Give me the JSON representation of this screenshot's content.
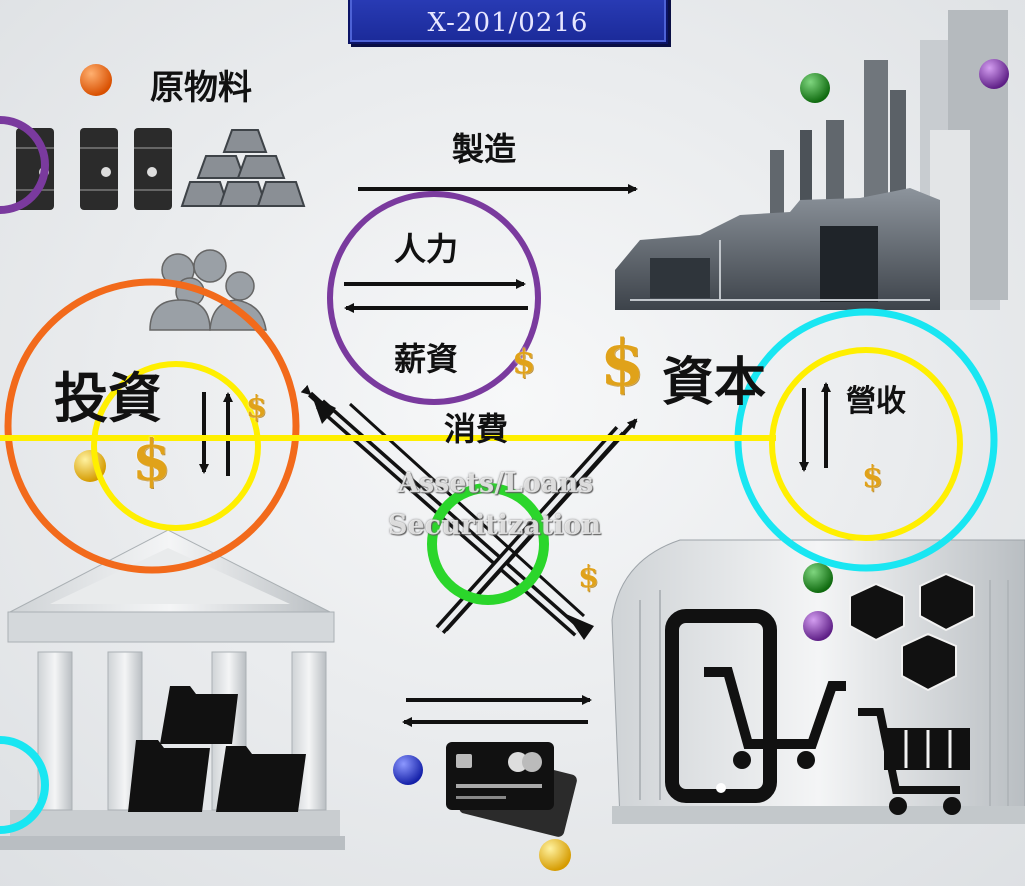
{
  "slide_header": {
    "title": "X-201/0216"
  },
  "labels": {
    "raw_materials": "原物料",
    "manufacturing": "製造",
    "labor": "人力",
    "wages": "薪資",
    "investment": "投資",
    "capital": "資本",
    "consumption": "消費",
    "revenue": "營收"
  },
  "watermark": {
    "line1": "Assets/Loans",
    "line2": "Securitization"
  },
  "symbols": {
    "dollar": "$"
  },
  "colors": {
    "background": "#eef0f2",
    "title_bar": "#2233aa",
    "ring_orange": "#f26a1b",
    "ring_yellow": "#ffef00",
    "ring_purple": "#7a3a9e",
    "ring_cyan": "#19e6f2",
    "ring_green": "#2bd62b",
    "dot_orange": "#f06a10",
    "dot_green": "#1f8f1f",
    "dot_purple": "#8b3fb6",
    "dot_blue": "#2a3bd6",
    "dot_yellow": "#f2c41a",
    "gold": "#e0a21a"
  },
  "icons": [
    "oil-barrel-icon",
    "gold-bars-icon",
    "people-icon",
    "factory-icon",
    "bank-icon",
    "folder-icon",
    "credit-card-icon",
    "shop-icon",
    "smartphone-cart-icon",
    "shopping-cart-icon",
    "boxes-icon",
    "arrow-icon"
  ]
}
